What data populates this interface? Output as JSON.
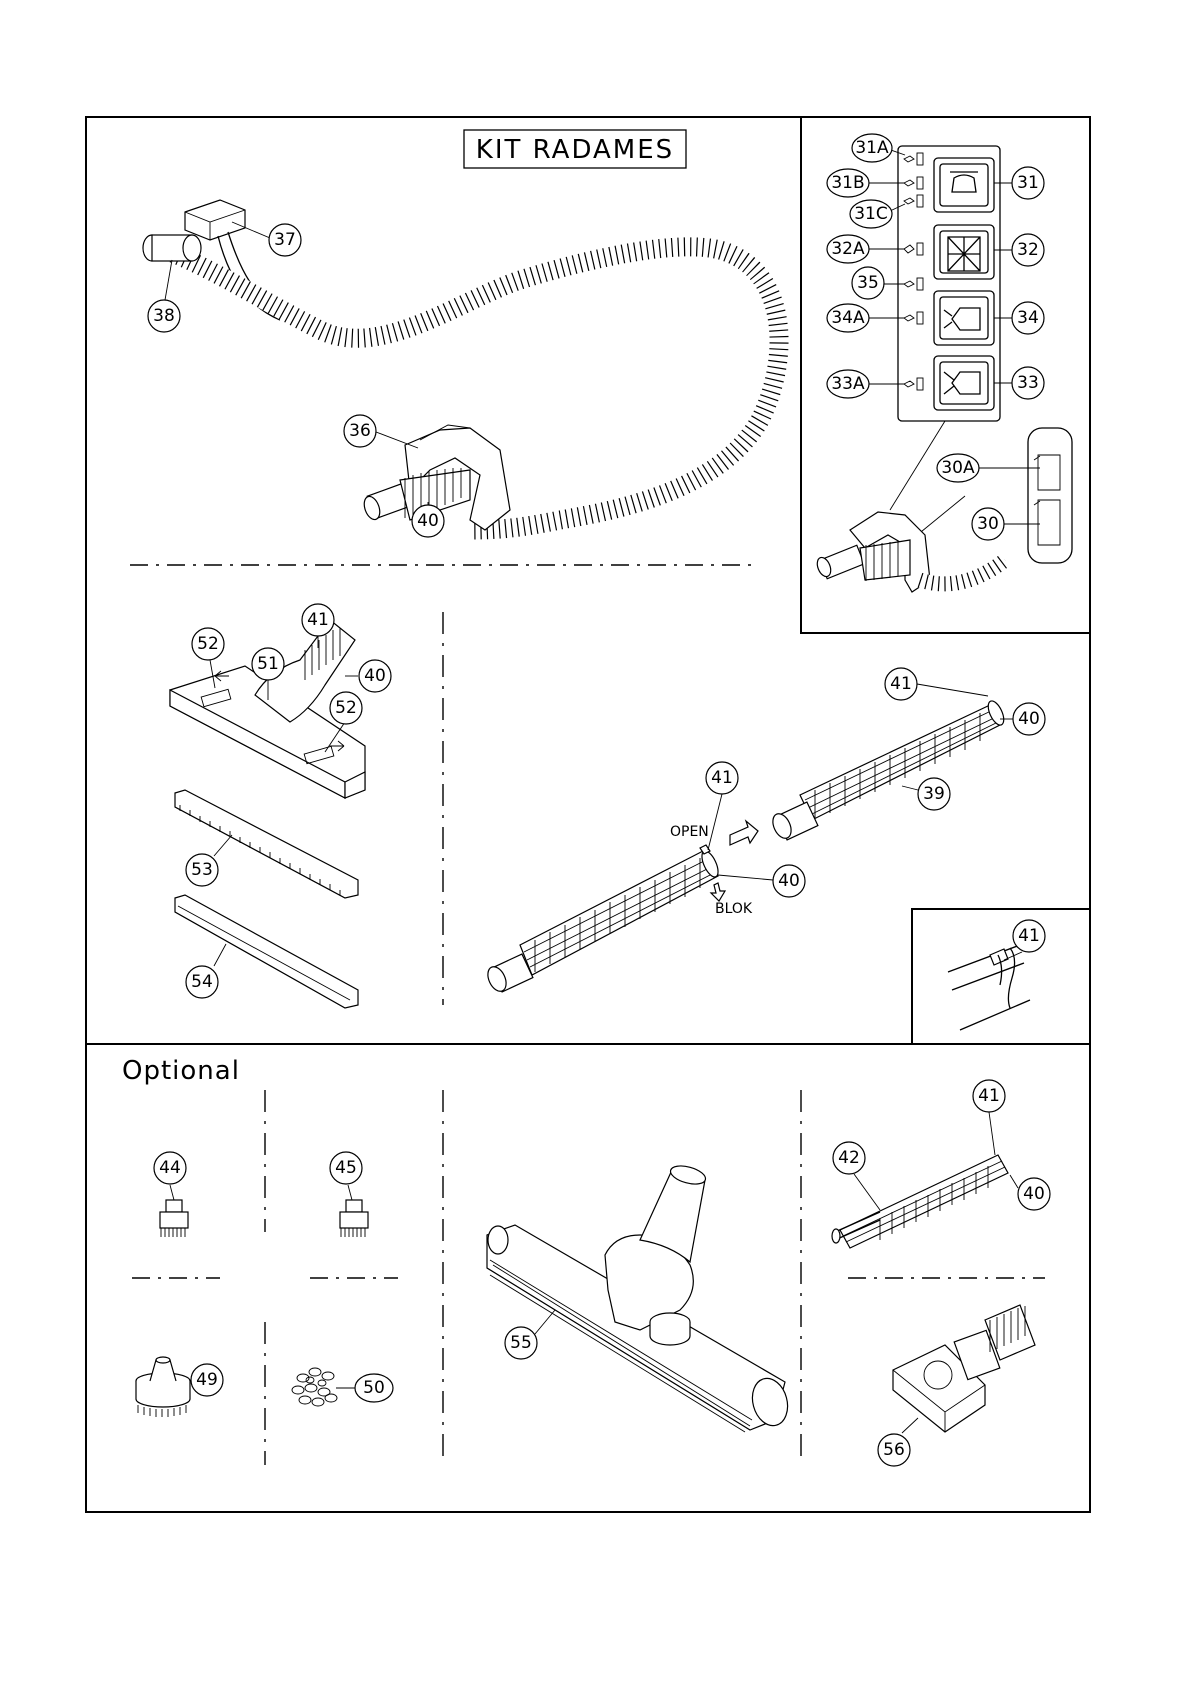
{
  "title": "KIT RADAMES",
  "optional_label": "Optional",
  "label_open": "OPEN",
  "label_blok": "BLOK",
  "callouts": {
    "c31a": "31A",
    "c31b": "31B",
    "c31c": "31C",
    "c31": "31",
    "c32a": "32A",
    "c32": "32",
    "c35": "35",
    "c34a": "34A",
    "c34": "34",
    "c33a": "33A",
    "c33": "33",
    "c30a": "30A",
    "c30": "30",
    "c37": "37",
    "c38": "38",
    "c36": "36",
    "c40_top": "40",
    "c41_nozzle": "41",
    "c40_nozzle": "40",
    "c51": "51",
    "c52_left": "52",
    "c52_right": "52",
    "c53": "53",
    "c54": "54",
    "c41_hose_upper": "41",
    "c40_hose_upper": "40",
    "c39": "39",
    "c41_hose_mid": "41",
    "c40_hose_mid": "40",
    "c41_detail": "41",
    "c44": "44",
    "c45": "45",
    "c49": "49",
    "c50": "50",
    "c55": "55",
    "c41_opt": "41",
    "c42": "42",
    "c40_opt": "40",
    "c56": "56"
  }
}
